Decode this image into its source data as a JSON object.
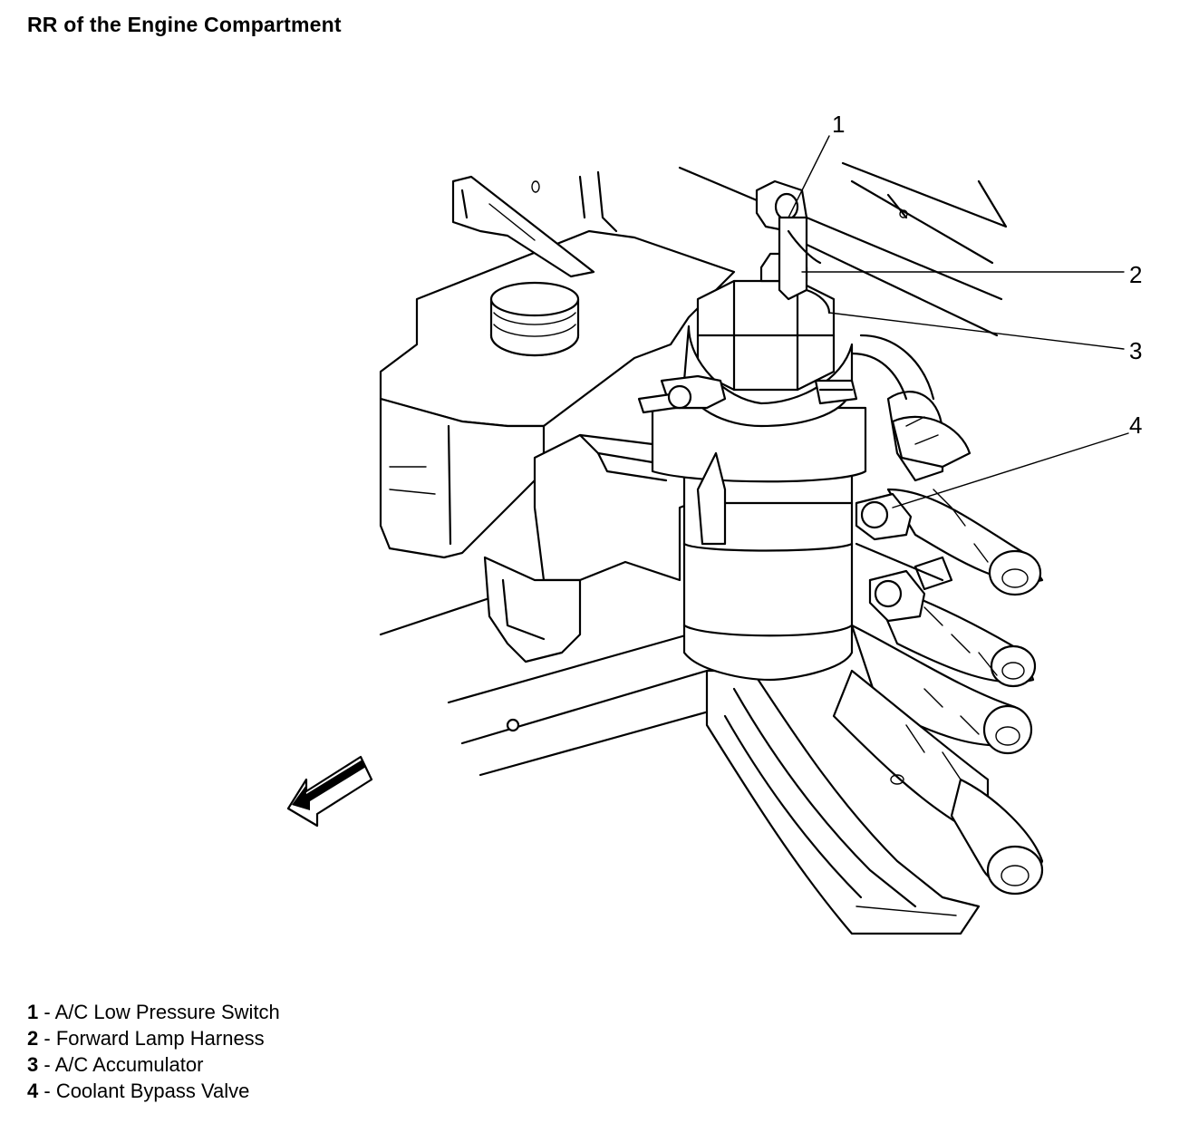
{
  "title": "RR of the Engine Compartment",
  "callouts": [
    {
      "number": "1",
      "label": "A/C Low Pressure Switch"
    },
    {
      "number": "2",
      "label": "Forward Lamp Harness"
    },
    {
      "number": "3",
      "label": "A/C Accumulator"
    },
    {
      "number": "4",
      "label": "Coolant Bypass Valve"
    }
  ],
  "legend_separator": " - ",
  "colors": {
    "line": "#000000",
    "background": "#ffffff"
  },
  "icons": {
    "direction": "front-direction-arrow-icon"
  }
}
